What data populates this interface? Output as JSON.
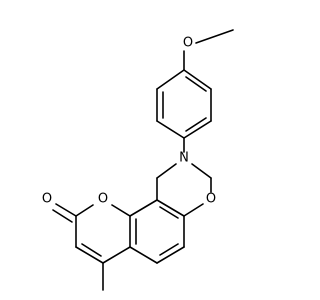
{
  "molecule": {
    "atoms": {
      "methoxy_oxygen": "O",
      "ring_oxygen_lactone": "O",
      "carbonyl_oxygen": "O",
      "oxazine_oxygen": "O",
      "oxazine_nitrogen": "N"
    },
    "colors": {
      "bond": "#000000",
      "label": "#000000",
      "background": "#ffffff"
    }
  }
}
